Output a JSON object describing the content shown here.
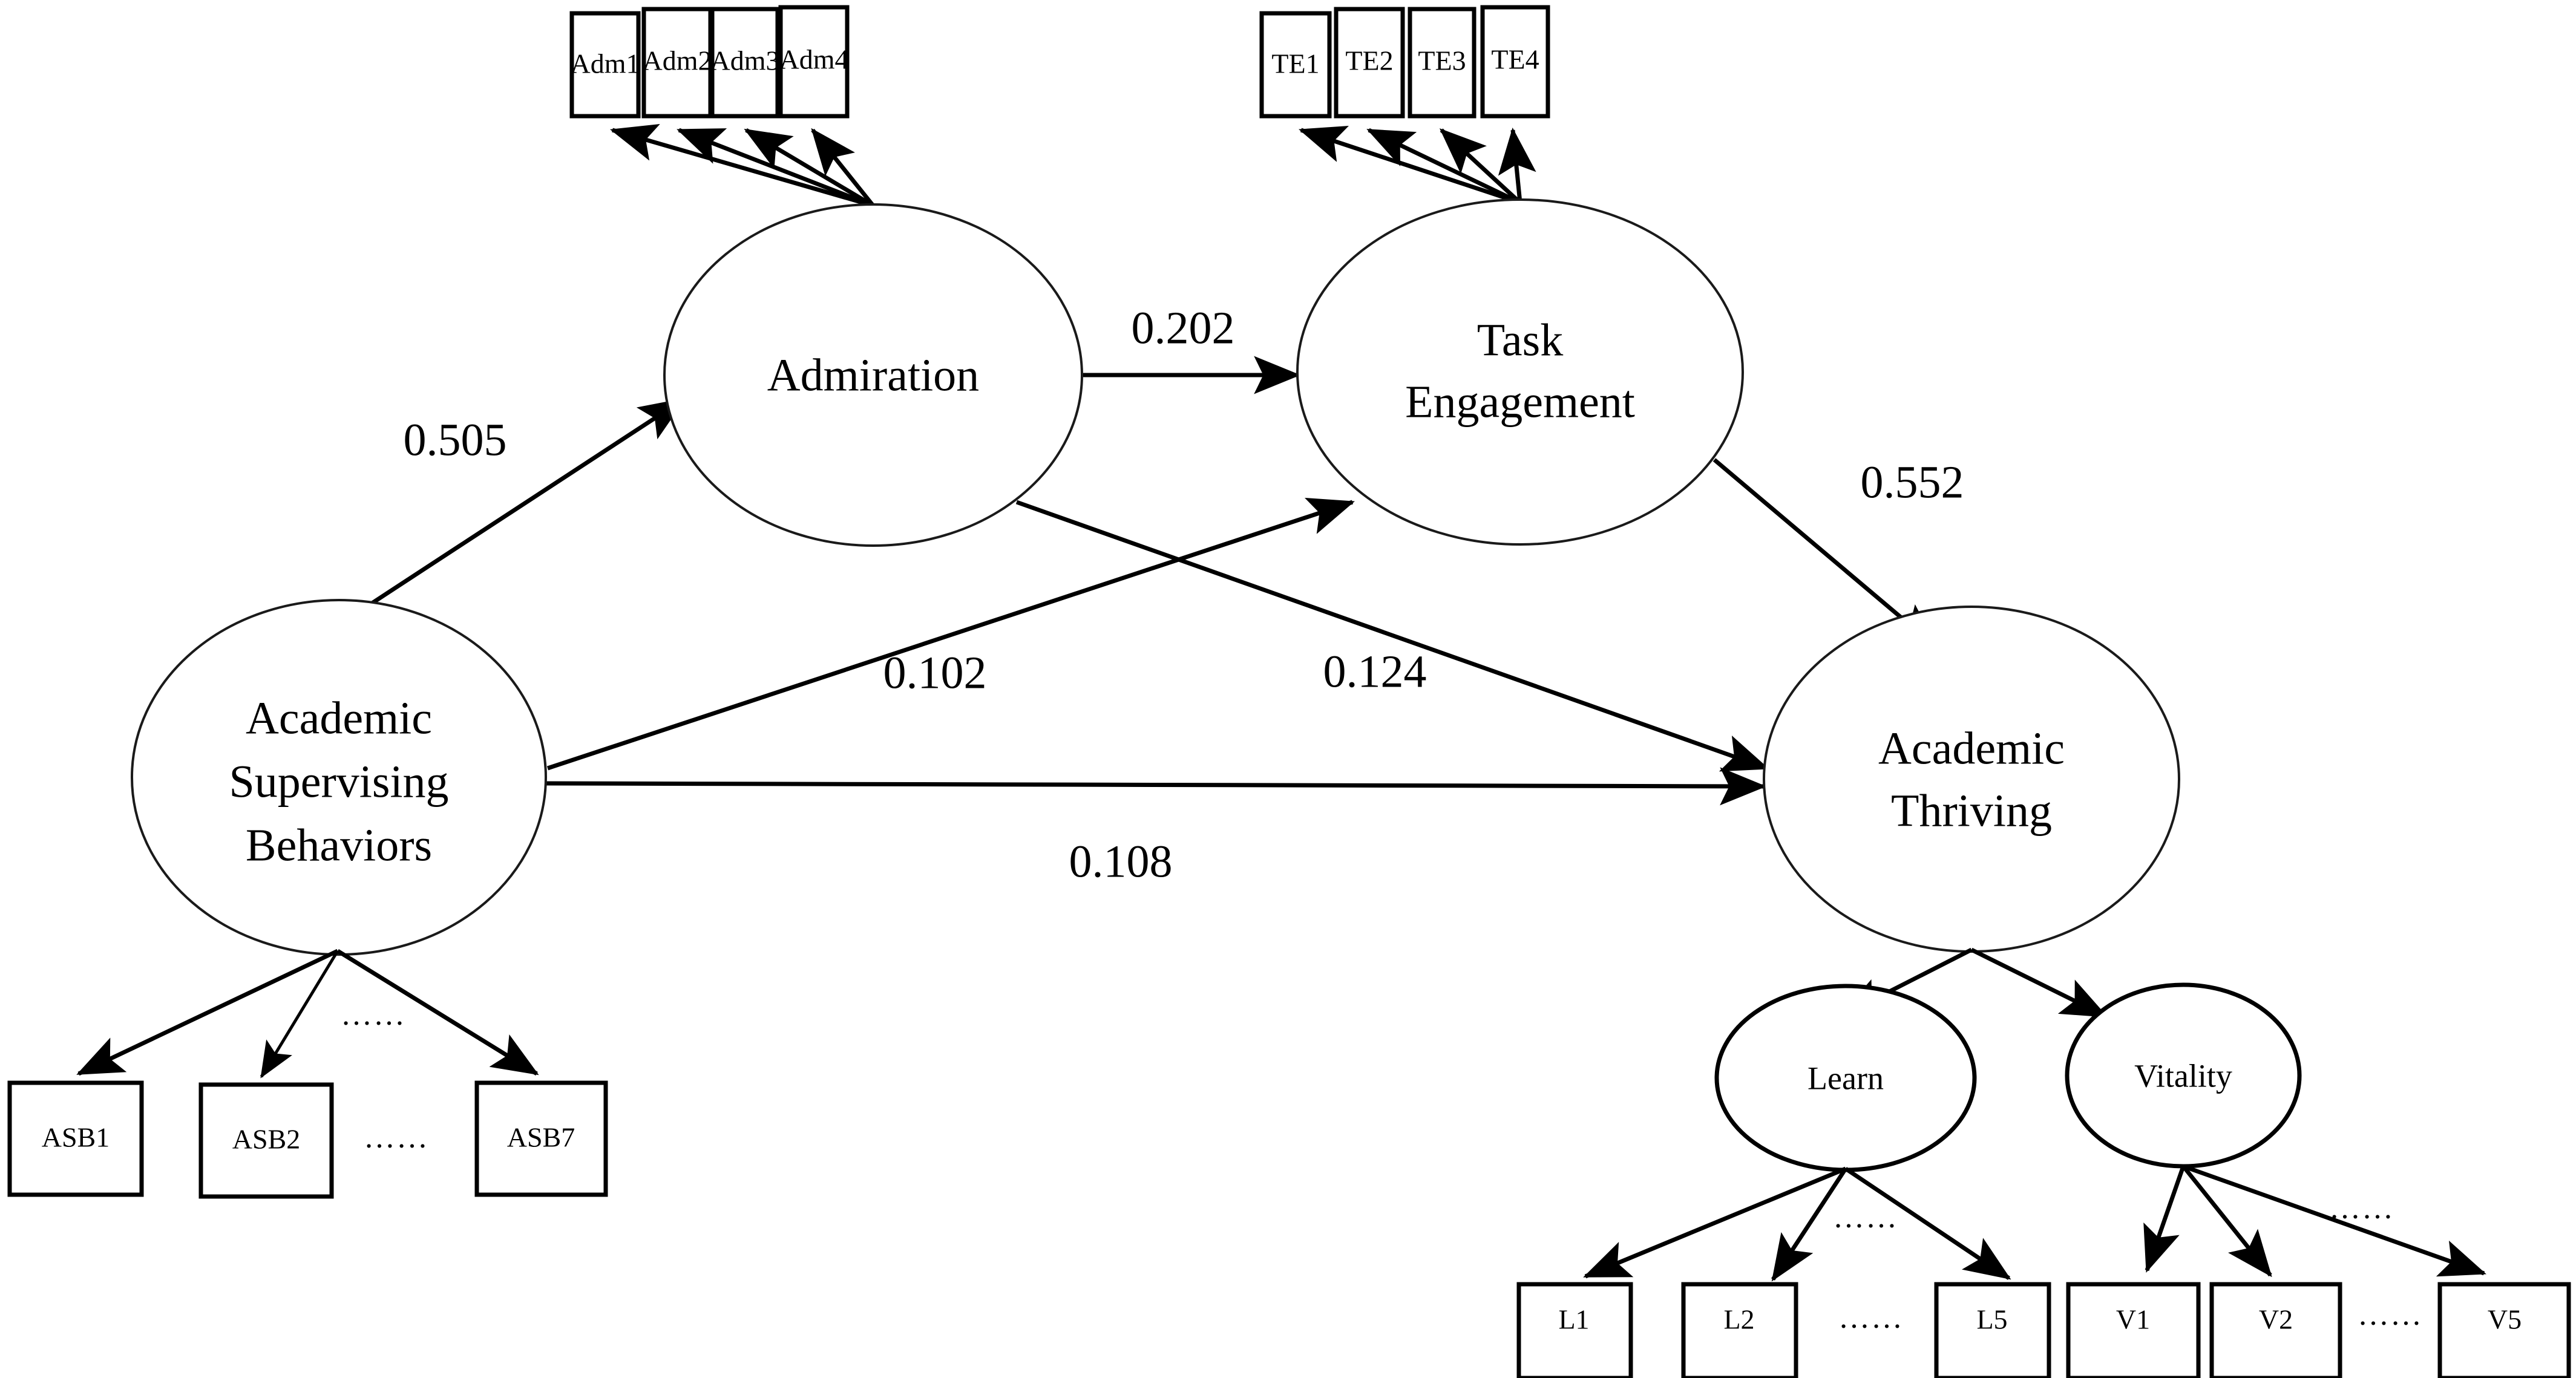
{
  "diagram": {
    "type": "structural-equation-model",
    "title": "",
    "latent_variables": [
      {
        "id": "admiration",
        "label": "Admiration",
        "shape": "ellipse"
      },
      {
        "id": "task_engagement",
        "label_line1": "Task",
        "label_line2": "Engagement",
        "shape": "ellipse"
      },
      {
        "id": "academic_supervising_behaviors",
        "label_line1": "Academic",
        "label_line2": "Supervising",
        "label_line3": "Behaviors",
        "shape": "ellipse"
      },
      {
        "id": "academic_thriving",
        "label_line1": "Academic",
        "label_line2": "Thriving",
        "shape": "ellipse"
      },
      {
        "id": "learn",
        "label": "Learn",
        "shape": "ellipse"
      },
      {
        "id": "vitality",
        "label": "Vitality",
        "shape": "ellipse"
      }
    ],
    "indicators": {
      "admiration": [
        "Adm1",
        "Adm2",
        "Adm3",
        "Adm4"
      ],
      "task_engagement": [
        "TE1",
        "TE2",
        "TE3",
        "TE4"
      ],
      "academic_supervising_behaviors": [
        "ASB1",
        "ASB2",
        "ASB7"
      ],
      "learn": [
        "L1",
        "L2",
        "L5"
      ],
      "vitality": [
        "V1",
        "V2",
        "V5"
      ]
    },
    "ellipsis": "……",
    "paths": [
      {
        "from": "Academic Supervising Behaviors",
        "to": "Admiration",
        "coefficient": "0.505"
      },
      {
        "from": "Admiration",
        "to": "Task Engagement",
        "coefficient": "0.202"
      },
      {
        "from": "Task Engagement",
        "to": "Academic Thriving",
        "coefficient": "0.552"
      },
      {
        "from": "Academic Supervising Behaviors",
        "to": "Task Engagement",
        "coefficient": "0.102"
      },
      {
        "from": "Admiration",
        "to": "Academic Thriving",
        "coefficient": "0.124"
      },
      {
        "from": "Academic Supervising Behaviors",
        "to": "Academic Thriving",
        "coefficient": "0.108"
      }
    ],
    "colors": {
      "stroke": "#000000",
      "fill": "#ffffff",
      "ellipse_stroke": "#1a1a1a"
    }
  }
}
